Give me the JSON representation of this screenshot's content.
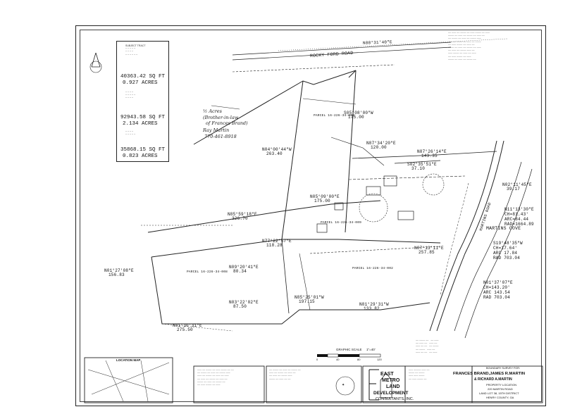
{
  "sheet": {
    "street_top": "ROCKY FORD ROAD",
    "street_side": "MARTINS COVE",
    "parcel_labels": [
      "PARCEL 16-226-34-003",
      "PARCEL 16-226-34-008",
      "PARCEL 16-226-34-009",
      "PARCEL 16-226-34-002"
    ],
    "road_label": "MARTINS ROAD"
  },
  "area_table": {
    "row1_sqft": "40363.42 SQ FT",
    "row1_acres": "0.927 ACRES",
    "row2_sqft": "92943.58 SQ FT",
    "row2_acres": "2.134 ACRES",
    "row3_sqft": "35868.15 SQ FT",
    "row3_acres": "0.823 ACRES"
  },
  "handwritten": {
    "line1": "½ Acres",
    "line2": "(Brother-in-law",
    "line3": "of Frances Brand)",
    "line4": "Ray Martin",
    "line5": "770-461-8918"
  },
  "bearings": {
    "b1": "N88°31'40\"E",
    "b2": "S05°08'00\"W",
    "b2d": "175.00",
    "b3": "N04°00'44\"W",
    "b3d": "263.40",
    "b4": "N87°34'20\"E",
    "b4d": "120.00",
    "b5": "N87°26'14\"E",
    "b5d": "143.35",
    "b6": "S02°35'51\"E",
    "b6d": "37.10",
    "b7": "N02°11'45\"E",
    "b7d": "39.17",
    "b8": "N05°09'00\"E",
    "b8d": "175.00",
    "b9": "N85°59'18\"E",
    "b9d": "326.70",
    "b10": "N77°22'57\"E",
    "b10d": "118.28",
    "b11": "N87°13'11\"E",
    "b11d": "257.85",
    "b12": "N01°27'08\"E",
    "b12d": "156.83",
    "b13": "N09°20'41\"E",
    "b13d": "80.34",
    "b14": "N03°22'02\"E",
    "b14d": "87.50",
    "b15": "N85°25'01\"W",
    "b15d": "197.15",
    "b16": "N81°29'31\"W",
    "b16d": "133.82",
    "b17": "N81°30'31\"E",
    "b17d": "275.50"
  },
  "curves": {
    "c1_ch": "N11°13'30\"E",
    "c1_chd": "CH=81.43'",
    "c1_arc": "ARC=84.44",
    "c1_rad": "RAD=1664.89",
    "c2_ch": "S19°48'35\"W",
    "c2_chd": "CH=17.64'",
    "c2_arc": "ARC 17.84",
    "c2_rad": "RAD 703.04",
    "c3_ch": "N01°37'07\"E",
    "c3_chd": "CH=143.20'",
    "c3_arc": "ARC 143.54",
    "c3_rad": "RAD 703.04"
  },
  "scale": {
    "label": "GRAPHIC SCALE",
    "ratio": "1\"=40'",
    "ticks": [
      "0",
      "40",
      "80",
      "120"
    ]
  },
  "title_block": {
    "location_map": "LOCATION MAP",
    "prepared_for": "BOUNDARY SURVEY FOR:",
    "client_line1": "FRANCES BRAND,JAMES R.MARTIN",
    "client_line2": "& RICHARD A.MARTIN",
    "property": "PROPERTY LOCATION",
    "address": "220 MARTIN ROAD",
    "lot": "LAND LOT 38, 15TH DISTRICT",
    "county": "HENRY COUNTY, GA",
    "firm1": "EAST",
    "firm2": "METRO",
    "firm3": "LAND",
    "firm4": "DEVELOPMENT",
    "firm5": "CONSULTANTS, INC."
  }
}
